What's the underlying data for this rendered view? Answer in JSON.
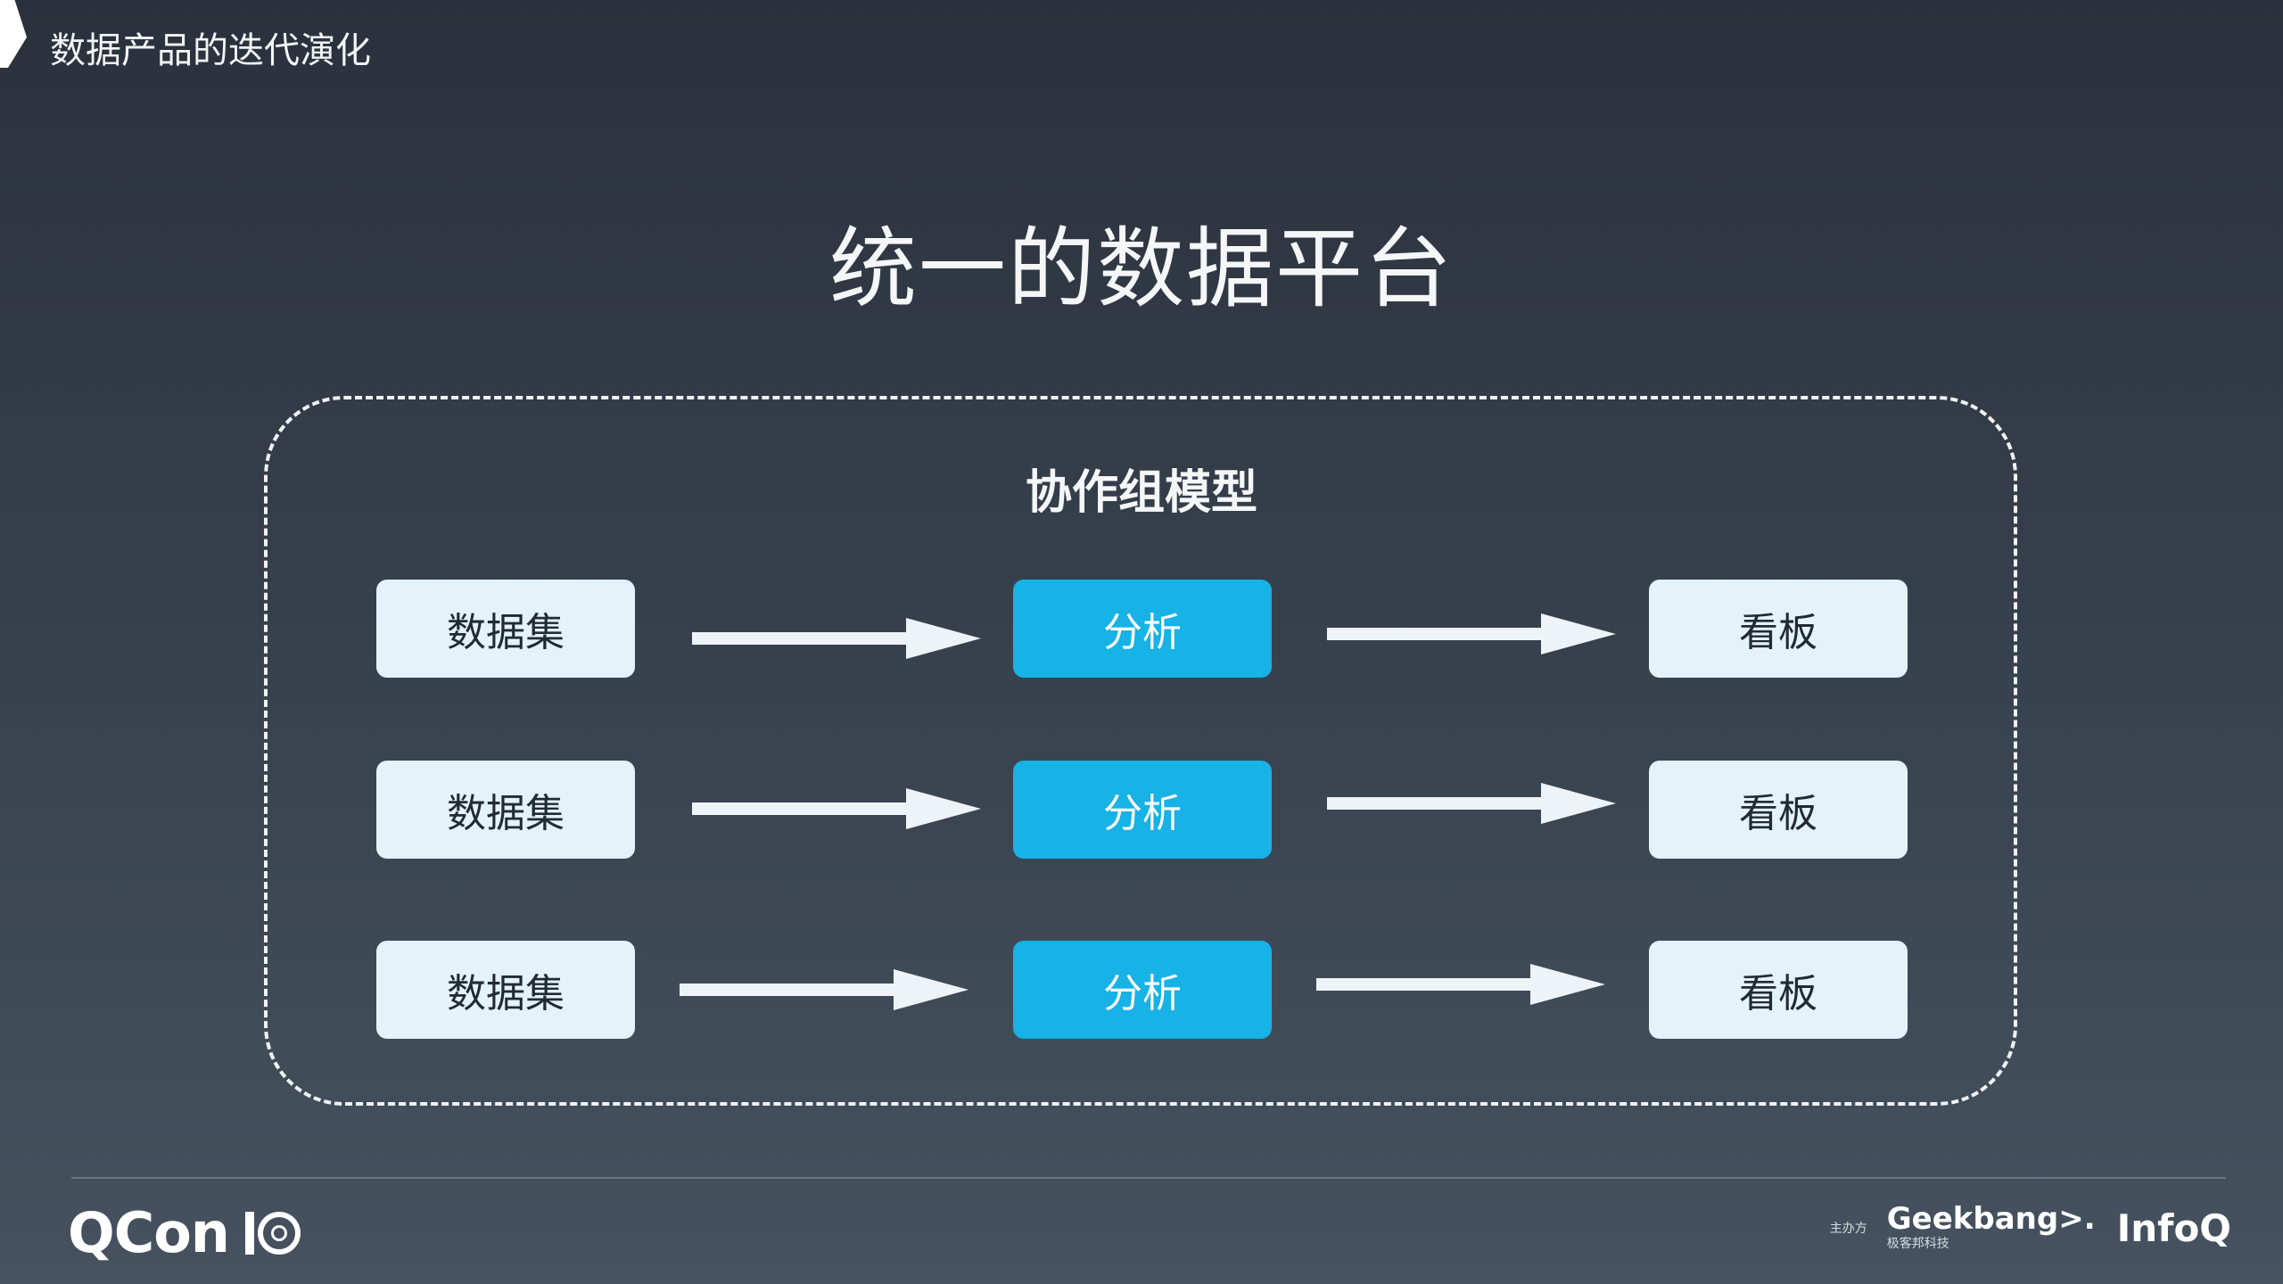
{
  "header": {
    "section_title": "数据产品的迭代演化"
  },
  "slide": {
    "title": "统一的数据平台",
    "group_label": "协作组模型",
    "rows": [
      {
        "source": "数据集",
        "process": "分析",
        "target": "看板"
      },
      {
        "source": "数据集",
        "process": "分析",
        "target": "看板"
      },
      {
        "source": "数据集",
        "process": "分析",
        "target": "看板"
      }
    ]
  },
  "footer": {
    "brand": "QCon",
    "organizer_label": "主办方",
    "sponsor1": "Geekbang>.",
    "sponsor1_sub": "极客邦科技",
    "sponsor2": "InfoQ"
  },
  "colors": {
    "accent": "#17b2e6",
    "box_light": "#e4f2f9",
    "background": "#37414d"
  }
}
